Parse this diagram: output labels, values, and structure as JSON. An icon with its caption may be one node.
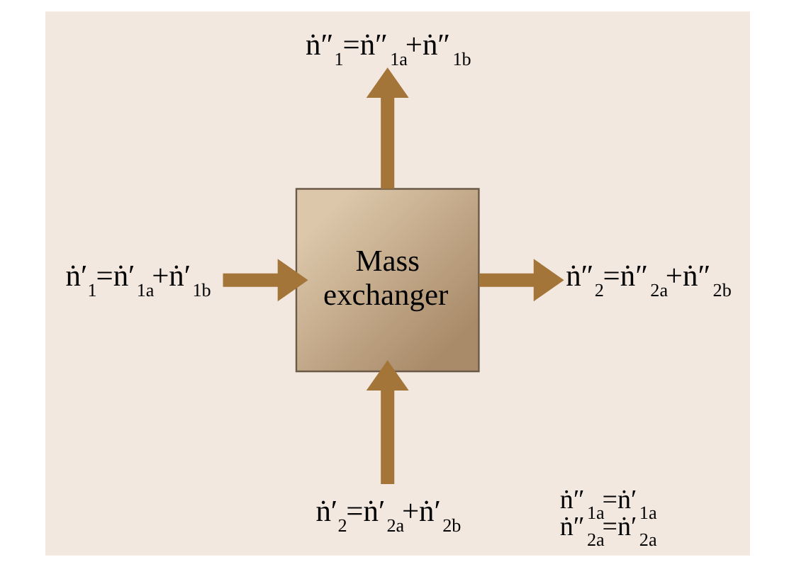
{
  "diagram": {
    "nodes": [
      {
        "text": [
          "ṅ″$_{1}$=ṅ″$_{1a}$+ṅ″$_{1b}$"
        ]
      },
      {
        "text": [
          "ṅ′$_{1}$=ṅ′$_{1a}$+ṅ′$_{1b}$"
        ]
      },
      {
        "text": [
          "Mass exchanger"
        ]
      },
      {
        "text": [
          "ṅ″$_{2}$=ṅ″$_{2a}$+ṅ″$_{2b}$"
        ]
      },
      {
        "text": [
          "ṅ′$_{2}$=ṅ′$_{2a}$+ṅ′$_{2b}$"
        ]
      }
    ],
    "edges": [
      {
        "from": 2,
        "to": 0,
        "arrow": "to"
      },
      {
        "from": 1,
        "to": 2,
        "arrow": "to"
      },
      {
        "from": 2,
        "to": 3,
        "arrow": "to"
      },
      {
        "from": 4,
        "to": 2,
        "arrow": "to"
      }
    ],
    "labels": [
      "ṅ″$_{1a}$=ṅ′$_{1a}$",
      "ṅ″$_{2a}$=ṅ′$_{2a}$"
    ]
  }
}
